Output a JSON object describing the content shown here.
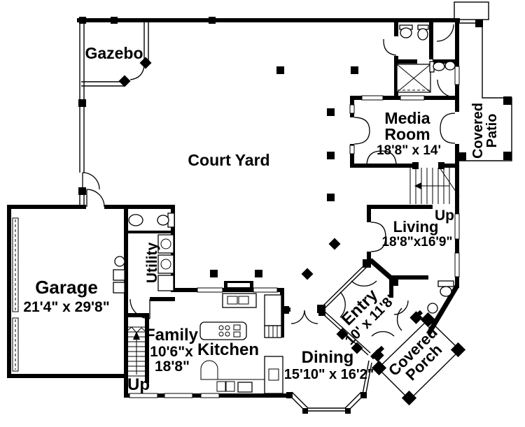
{
  "plan": {
    "rooms": {
      "gazebo": {
        "name": "Gazebo"
      },
      "court_yard": {
        "name": "Court Yard"
      },
      "media_room": {
        "name_line1": "Media",
        "name_line2": "Room",
        "dimensions": "18'8\" x 14'"
      },
      "covered_patio": {
        "name_line1": "Covered",
        "name_line2": "Patio"
      },
      "living": {
        "name": "Living",
        "dimensions": "18'8\"x16'9\""
      },
      "garage": {
        "name": "Garage",
        "dimensions": "21'4\" x 29'8\""
      },
      "utility": {
        "name": "Utility"
      },
      "family": {
        "name": "Family",
        "dimensions_line1": "10'6\"x",
        "dimensions_line2": "18'8\""
      },
      "kitchen": {
        "name": "Kitchen"
      },
      "dining": {
        "name": "Dining",
        "dimensions": "15'10\" x 16'2\""
      },
      "entry": {
        "name": "Entry",
        "dimensions": "10' x 11'8\""
      },
      "covered_porch": {
        "name_line1": "Covered",
        "name_line2": "Porch"
      }
    },
    "stairs": {
      "left_label": "Up",
      "right_label": "Up"
    },
    "colors": {
      "ink": "#000000",
      "paper": "#ffffff"
    }
  }
}
